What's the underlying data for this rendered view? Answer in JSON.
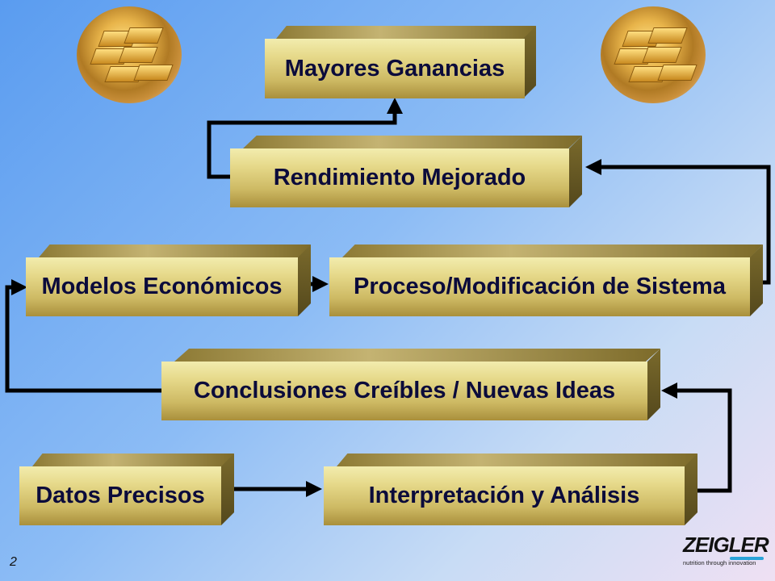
{
  "nodes": {
    "mayores": "Mayores Ganancias",
    "rendimiento": "Rendimiento Mejorado",
    "modelos": "Modelos Económicos",
    "proceso": "Proceso/Modificación de Sistema",
    "conclusiones": "Conclusiones Creíbles / Nuevas Ideas",
    "datos": "Datos Precisos",
    "interpretacion": "Interpretación y Análisis"
  },
  "page_number": "2",
  "logo": {
    "word": "ZEIGLER",
    "tagline": "nutrition through innovation"
  },
  "colors": {
    "box_face": "#e6d98a",
    "text": "#0b0b3b",
    "arrow": "#000000"
  }
}
